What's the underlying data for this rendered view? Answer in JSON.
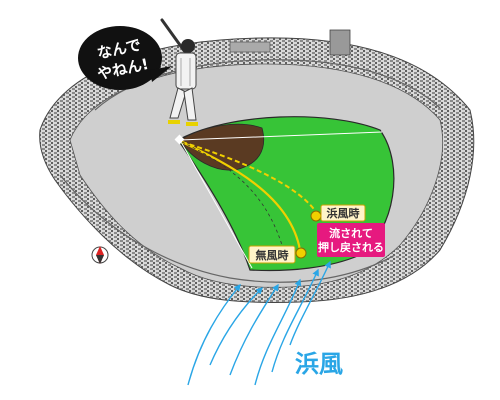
{
  "speech_bubble": {
    "line1": "なんで",
    "line2": "やねん!"
  },
  "labels": {
    "no_wind": "無風時",
    "hama_wind": "浜風時",
    "pushed_back_line1": "流されて",
    "pushed_back_line2": "押し戻される",
    "wind_name": "浜風"
  },
  "colors": {
    "field_green": "#37c437",
    "dirt": "#5a3a22",
    "ball_path_yellow": "#f0d000",
    "wind_blue": "#2aa6e6",
    "pink_label": "#e6197f",
    "label_bg": "#fff4c8",
    "stands": "#b8b8b8"
  },
  "icons": {
    "compass": "compass-icon",
    "batter": "batter-figure"
  }
}
